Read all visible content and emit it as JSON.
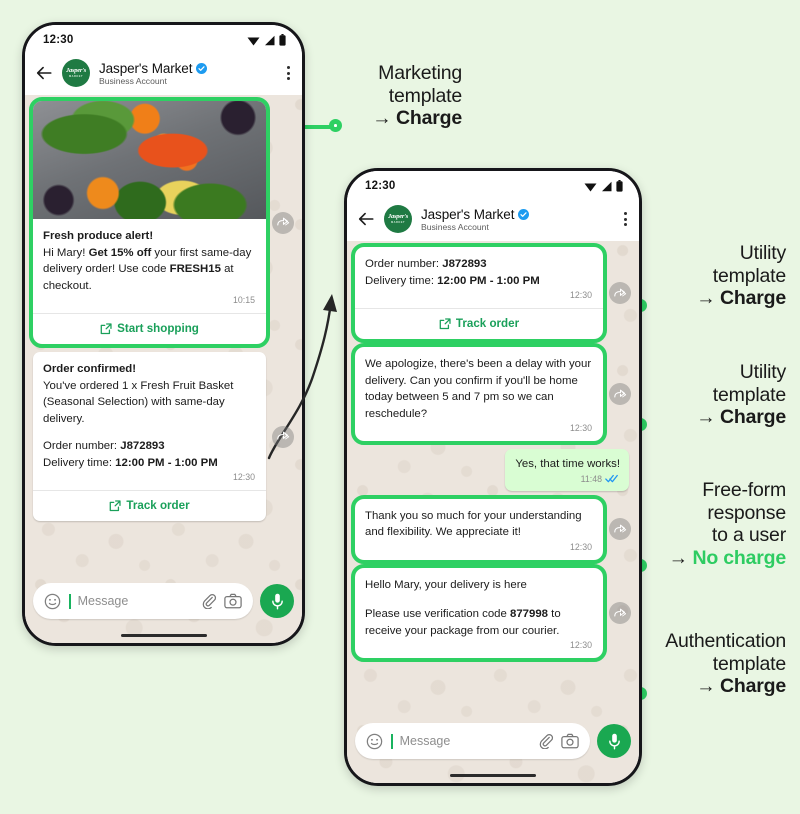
{
  "theme": {
    "page_bg": "#e9f6e3",
    "highlight_green": "#2ed063",
    "brand_green": "#1aa05a",
    "no_charge_green": "#2ecc62",
    "chat_bg": "#ece5dd",
    "outgoing_bubble": "#d9fdd3"
  },
  "phone1": {
    "status": {
      "clock": "12:30",
      "icons": [
        "wifi-icon",
        "signal-icon",
        "battery-icon"
      ]
    },
    "header": {
      "back": "back-arrow-icon",
      "avatar_brand": "Jasper's",
      "avatar_sub": "MARKET",
      "name": "Jasper's Market",
      "verified": "verified-badge-icon",
      "subtitle": "Business Account",
      "menu": "kebab-menu-icon"
    },
    "messages": [
      {
        "id": "marketing",
        "highlighted": true,
        "has_image": true,
        "image_alt": "fresh-produce-photo",
        "title": "Fresh produce alert!",
        "body_parts": [
          {
            "t": "Hi Mary! ",
            "b": false
          },
          {
            "t": "Get 15% off",
            "b": true
          },
          {
            "t": " your first same-day delivery order! Use code ",
            "b": false
          },
          {
            "t": "FRESH15",
            "b": true
          },
          {
            "t": " at checkout.",
            "b": false
          }
        ],
        "time": "10:15",
        "cta": "Start shopping",
        "cta_icon": "external-link-icon",
        "forward_icon": "forward-icon"
      },
      {
        "id": "order-confirmed",
        "highlighted": false,
        "has_image": false,
        "title": "Order confirmed!",
        "body_parts": [
          {
            "t": "You've ordered 1 x Fresh Fruit Basket (Seasonal Selection) with same-day delivery.",
            "b": false
          }
        ],
        "detail_lines": [
          {
            "label": "Order number: ",
            "value": "J872893"
          },
          {
            "label": "Delivery time: ",
            "value": "12:00 PM - 1:00 PM"
          }
        ],
        "time": "12:30",
        "cta": "Track order",
        "cta_icon": "external-link-icon",
        "forward_icon": "forward-icon"
      }
    ],
    "composer": {
      "emoji_icon": "emoji-icon",
      "placeholder": "Message",
      "attach_icon": "paperclip-icon",
      "camera_icon": "camera-icon",
      "mic_icon": "microphone-icon"
    }
  },
  "phone2": {
    "status": {
      "clock": "12:30",
      "icons": [
        "wifi-icon",
        "signal-icon",
        "battery-icon"
      ]
    },
    "header": {
      "back": "back-arrow-icon",
      "avatar_brand": "Jasper's",
      "avatar_sub": "MARKET",
      "name": "Jasper's Market",
      "verified": "verified-badge-icon",
      "subtitle": "Business Account",
      "menu": "kebab-menu-icon"
    },
    "messages": [
      {
        "id": "utility-order",
        "kind": "in",
        "highlighted": true,
        "detail_lines": [
          {
            "label": "Order number: ",
            "value": "J872893"
          },
          {
            "label": "Delivery time: ",
            "value": "12:00 PM - 1:00 PM"
          }
        ],
        "time": "12:30",
        "cta": "Track order",
        "cta_icon": "external-link-icon",
        "forward_icon": "forward-icon"
      },
      {
        "id": "utility-delay",
        "kind": "in",
        "highlighted": true,
        "text": "We apologize, there's been a delay with your delivery. Can you confirm if you'll be home today between 5 and 7 pm so we can reschedule?",
        "time": "12:30",
        "forward_icon": "forward-icon"
      },
      {
        "id": "user-reply",
        "kind": "out",
        "highlighted": false,
        "text": "Yes, that time works!",
        "time": "11:48",
        "read_icon": "double-check-icon"
      },
      {
        "id": "free-form",
        "kind": "in",
        "highlighted": true,
        "text": "Thank you so much for your understanding and flexibility. We appreciate it!",
        "time": "12:30",
        "forward_icon": "forward-icon"
      },
      {
        "id": "auth-code",
        "kind": "in",
        "highlighted": true,
        "line1": "Hello Mary, your delivery is here",
        "line2_parts": [
          {
            "t": "Please use verification code ",
            "b": false
          },
          {
            "t": "877998",
            "b": true
          },
          {
            "t": " to receive your package from our courier.",
            "b": false
          }
        ],
        "time": "12:30",
        "forward_icon": "forward-icon"
      }
    ],
    "composer": {
      "emoji_icon": "emoji-icon",
      "placeholder": "Message",
      "attach_icon": "paperclip-icon",
      "camera_icon": "camera-icon",
      "mic_icon": "microphone-icon"
    }
  },
  "annotations": [
    {
      "id": "marketing",
      "lines": [
        "Marketing",
        "template"
      ],
      "arrow": "→",
      "result": "Charge",
      "free": false
    },
    {
      "id": "utility-1",
      "lines": [
        "Utility",
        "template"
      ],
      "arrow": "→",
      "result": "Charge",
      "free": false
    },
    {
      "id": "utility-2",
      "lines": [
        "Utility",
        "template"
      ],
      "arrow": "→",
      "result": "Charge",
      "free": false
    },
    {
      "id": "free-form",
      "lines": [
        "Free-form",
        "response",
        "to a user"
      ],
      "arrow": "→",
      "result": "No charge",
      "free": true
    },
    {
      "id": "authentication",
      "lines": [
        "Authentication",
        "template"
      ],
      "arrow": "→",
      "result": "Charge",
      "free": false
    }
  ]
}
